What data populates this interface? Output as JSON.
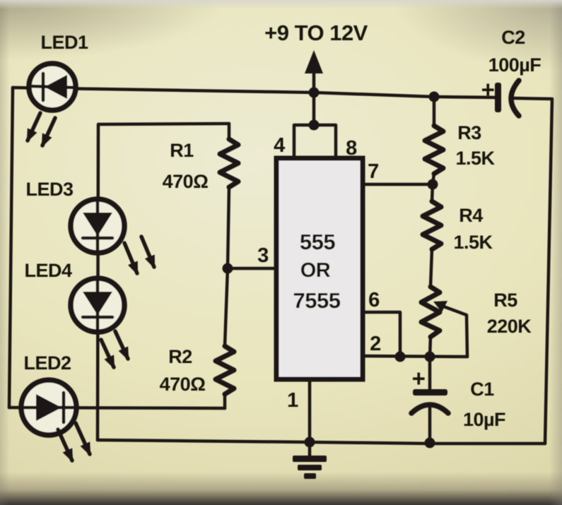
{
  "supply": {
    "label": "+9 TO 12V"
  },
  "ic": {
    "name_lines": [
      "555",
      "OR",
      "7555"
    ],
    "pins": {
      "p1": "1",
      "p2": "2",
      "p3": "3",
      "p4": "4",
      "p6": "6",
      "p7": "7",
      "p8": "8"
    }
  },
  "leds": {
    "led1": "LED1",
    "led2": "LED2",
    "led3": "LED3",
    "led4": "LED4"
  },
  "resistors": {
    "r1": {
      "ref": "R1",
      "value": "470Ω"
    },
    "r2": {
      "ref": "R2",
      "value": "470Ω"
    },
    "r3": {
      "ref": "R3",
      "value": "1.5K"
    },
    "r4": {
      "ref": "R4",
      "value": "1.5K"
    },
    "r5": {
      "ref": "R5",
      "value": "220K"
    }
  },
  "capacitors": {
    "c1": {
      "ref": "C1",
      "value": "10µF",
      "polarity": "+"
    },
    "c2": {
      "ref": "C2",
      "value": "100µF",
      "polarity": "+"
    }
  },
  "colors": {
    "paper": "#e9e5bd",
    "ink": "#1d1813",
    "ic_fill": "#eae8e8",
    "bottom_shadow": "#3a3733"
  }
}
